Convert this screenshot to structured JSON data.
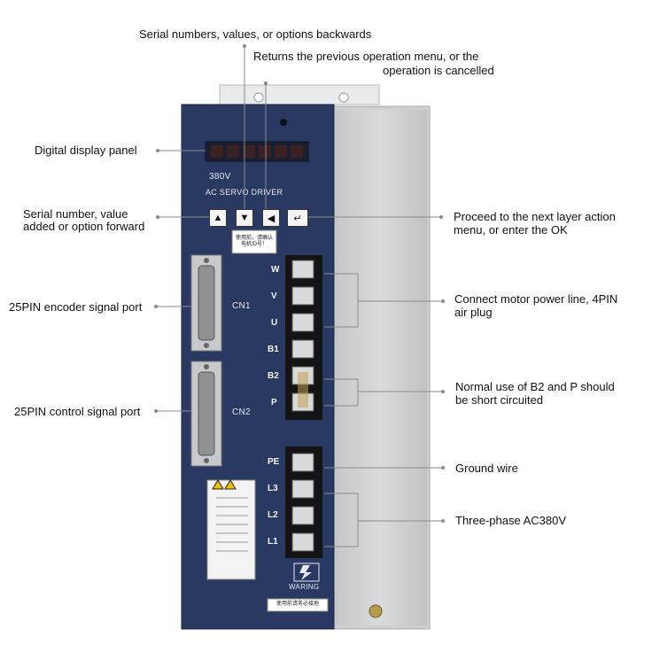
{
  "annotations": {
    "backward": "Serial numbers, values, or options backwards",
    "return_line1": "Returns the previous operation menu, or the",
    "return_line2": "operation is cancelled",
    "display": "Digital display panel",
    "forward_line1": "Serial number, value",
    "forward_line2": "added or option forward",
    "enter_line1": "Proceed to the next layer action",
    "enter_line2": "menu, or enter the OK",
    "encoder_port": "25PIN encoder signal port",
    "motor_line1": "Connect motor power line, 4PIN",
    "motor_line2": "air plug",
    "short_line1": "Normal use of B2 and P should",
    "short_line2": "be short circuited",
    "control_port": "25PIN control signal port",
    "ground": "Ground wire",
    "three_phase": "Three-phase AC380V"
  },
  "panel": {
    "voltage": "380V",
    "model": "AC SERVO DRIVER",
    "cn1": "CN1",
    "cn2": "CN2",
    "warning": "WARING",
    "sticker_top": "使用前，请确认电机ID号！",
    "sticker_bottom": "使用前请务必接地"
  },
  "buttons": {
    "up": "▲",
    "down": "▼",
    "back": "◀",
    "enter": "↵"
  },
  "terminals_upper": [
    "W",
    "V",
    "U",
    "B1",
    "B2",
    "P"
  ],
  "terminals_lower": [
    "PE",
    "L3",
    "L2",
    "L1"
  ],
  "colors": {
    "panel": "#2a3961",
    "panel_dark": "#1e2a4a",
    "heatsink": "#c9cbcd",
    "leader": "#8a8a8a"
  }
}
